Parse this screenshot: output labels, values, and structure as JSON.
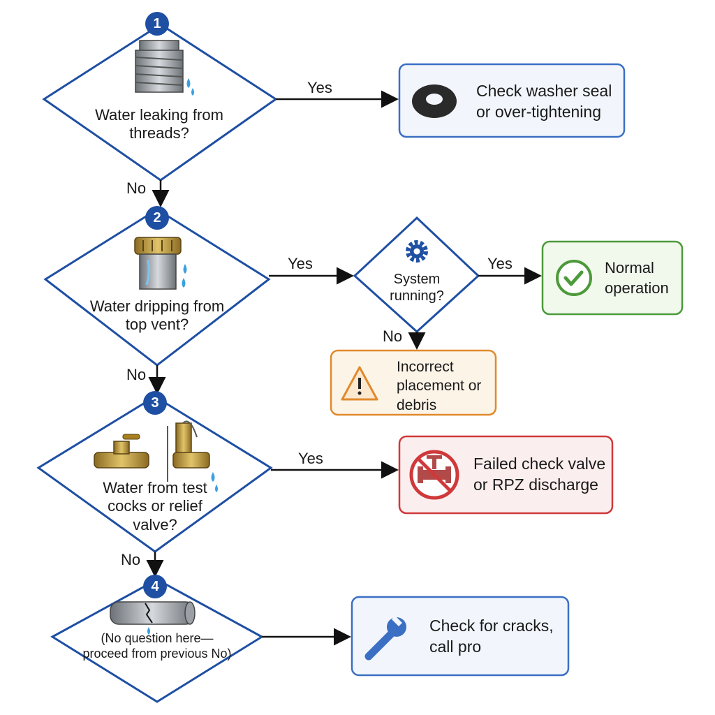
{
  "decisions": [
    {
      "number": "1",
      "question": "Water leaking from threads?"
    },
    {
      "number": "2",
      "question": "Water dripping from top vent?"
    },
    {
      "number": "3",
      "question": "Water from test cocks or relief valve?"
    },
    {
      "number": "4",
      "question": "(No question here— proceed from previous No)"
    }
  ],
  "sub_decision": {
    "question": "System running?"
  },
  "labels": {
    "yes": "Yes",
    "no": "No"
  },
  "outcomes": {
    "washer": {
      "text": "Check washer seal or over-tightening",
      "icon": "washer-icon",
      "color": "#3b6fc4"
    },
    "normal": {
      "text": "Normal operation",
      "icon": "check-circle-icon",
      "color": "#4c9a3a"
    },
    "placement": {
      "text": "Incorrect placement or debris",
      "icon": "warning-icon",
      "color": "#e08a2c"
    },
    "failed": {
      "text": "Failed check valve or RPZ discharge",
      "icon": "no-valve-icon",
      "color": "#d0393a"
    },
    "cracks": {
      "text": "Check for cracks, call pro",
      "icon": "wrench-icon",
      "color": "#3b6fc4"
    }
  },
  "colors": {
    "badge": "#1e4fa3",
    "diamond_stroke": "#1e4fa3",
    "arrow": "#111111"
  }
}
